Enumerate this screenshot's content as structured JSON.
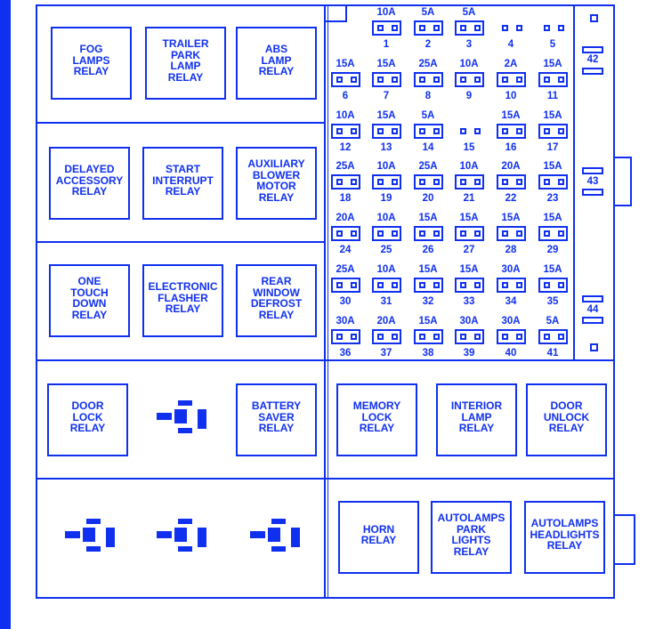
{
  "colors": {
    "line": "#1030f0",
    "background": "#ffffff"
  },
  "relays_left": [
    {
      "id": "fog-lamps-relay",
      "label": "FOG\nLAMPS\nRELAY"
    },
    {
      "id": "trailer-park-lamp-relay",
      "label": "TRAILER\nPARK\nLAMP\nRELAY"
    },
    {
      "id": "abs-lamp-relay",
      "label": "ABS\nLAMP\nRELAY"
    },
    {
      "id": "delayed-accessory-relay",
      "label": "DELAYED\nACCESSORY\nRELAY"
    },
    {
      "id": "start-interrupt-relay",
      "label": "START\nINTERRUPT\nRELAY"
    },
    {
      "id": "auxiliary-blower-motor-relay",
      "label": "AUXILIARY\nBLOWER\nMOTOR\nRELAY"
    },
    {
      "id": "one-touch-down-relay",
      "label": "ONE\nTOUCH\nDOWN\nRELAY"
    },
    {
      "id": "electronic-flasher-relay",
      "label": "ELECTRONIC\nFLASHER\nRELAY"
    },
    {
      "id": "rear-window-defrost-relay",
      "label": "REAR\nWINDOW\nDEFROST\nRELAY"
    },
    {
      "id": "door-lock-relay",
      "label": "DOOR\nLOCK\nRELAY"
    },
    {
      "id": "battery-saver-relay",
      "label": "BATTERY\nSAVER\nRELAY"
    }
  ],
  "relays_right": [
    {
      "id": "memory-lock-relay",
      "label": "MEMORY\nLOCK\nRELAY"
    },
    {
      "id": "interior-lamp-relay",
      "label": "INTERIOR\nLAMP\nRELAY"
    },
    {
      "id": "door-unlock-relay",
      "label": "DOOR\nUNLOCK\nRELAY"
    },
    {
      "id": "horn-relay",
      "label": "HORN\nRELAY"
    },
    {
      "id": "autolamps-park-lights-relay",
      "label": "AUTOLAMPS\nPARK\nLIGHTS\nRELAY"
    },
    {
      "id": "autolamps-headlights-relay",
      "label": "AUTOLAMPS\nHEADLIGHTS\nRELAY"
    }
  ],
  "fuse_rows": [
    [
      null,
      {
        "n": "1",
        "a": "10A"
      },
      {
        "n": "2",
        "a": "5A"
      },
      {
        "n": "3",
        "a": "5A"
      },
      {
        "n": "4",
        "a": ""
      },
      {
        "n": "5",
        "a": ""
      }
    ],
    [
      {
        "n": "6",
        "a": "15A"
      },
      {
        "n": "7",
        "a": "15A"
      },
      {
        "n": "8",
        "a": "25A"
      },
      {
        "n": "9",
        "a": "10A"
      },
      {
        "n": "10",
        "a": "2A"
      },
      {
        "n": "11",
        "a": "15A"
      }
    ],
    [
      {
        "n": "12",
        "a": "10A"
      },
      {
        "n": "13",
        "a": "15A"
      },
      {
        "n": "14",
        "a": "5A"
      },
      {
        "n": "15",
        "a": ""
      },
      {
        "n": "16",
        "a": "15A"
      },
      {
        "n": "17",
        "a": "15A"
      }
    ],
    [
      {
        "n": "18",
        "a": "25A"
      },
      {
        "n": "19",
        "a": "10A"
      },
      {
        "n": "20",
        "a": "25A"
      },
      {
        "n": "21",
        "a": "10A"
      },
      {
        "n": "22",
        "a": "20A"
      },
      {
        "n": "23",
        "a": "15A"
      }
    ],
    [
      {
        "n": "24",
        "a": "20A"
      },
      {
        "n": "25",
        "a": "10A"
      },
      {
        "n": "26",
        "a": "15A"
      },
      {
        "n": "27",
        "a": "15A"
      },
      {
        "n": "28",
        "a": "15A"
      },
      {
        "n": "29",
        "a": "15A"
      }
    ],
    [
      {
        "n": "30",
        "a": "25A"
      },
      {
        "n": "31",
        "a": "10A"
      },
      {
        "n": "32",
        "a": "15A"
      },
      {
        "n": "33",
        "a": "15A"
      },
      {
        "n": "34",
        "a": "30A"
      },
      {
        "n": "35",
        "a": "15A"
      }
    ],
    [
      {
        "n": "36",
        "a": "30A"
      },
      {
        "n": "37",
        "a": "20A"
      },
      {
        "n": "38",
        "a": "15A"
      },
      {
        "n": "39",
        "a": "30A"
      },
      {
        "n": "40",
        "a": "30A"
      },
      {
        "n": "41",
        "a": "5A"
      }
    ]
  ],
  "side_fuses": [
    "42",
    "43",
    "44"
  ]
}
